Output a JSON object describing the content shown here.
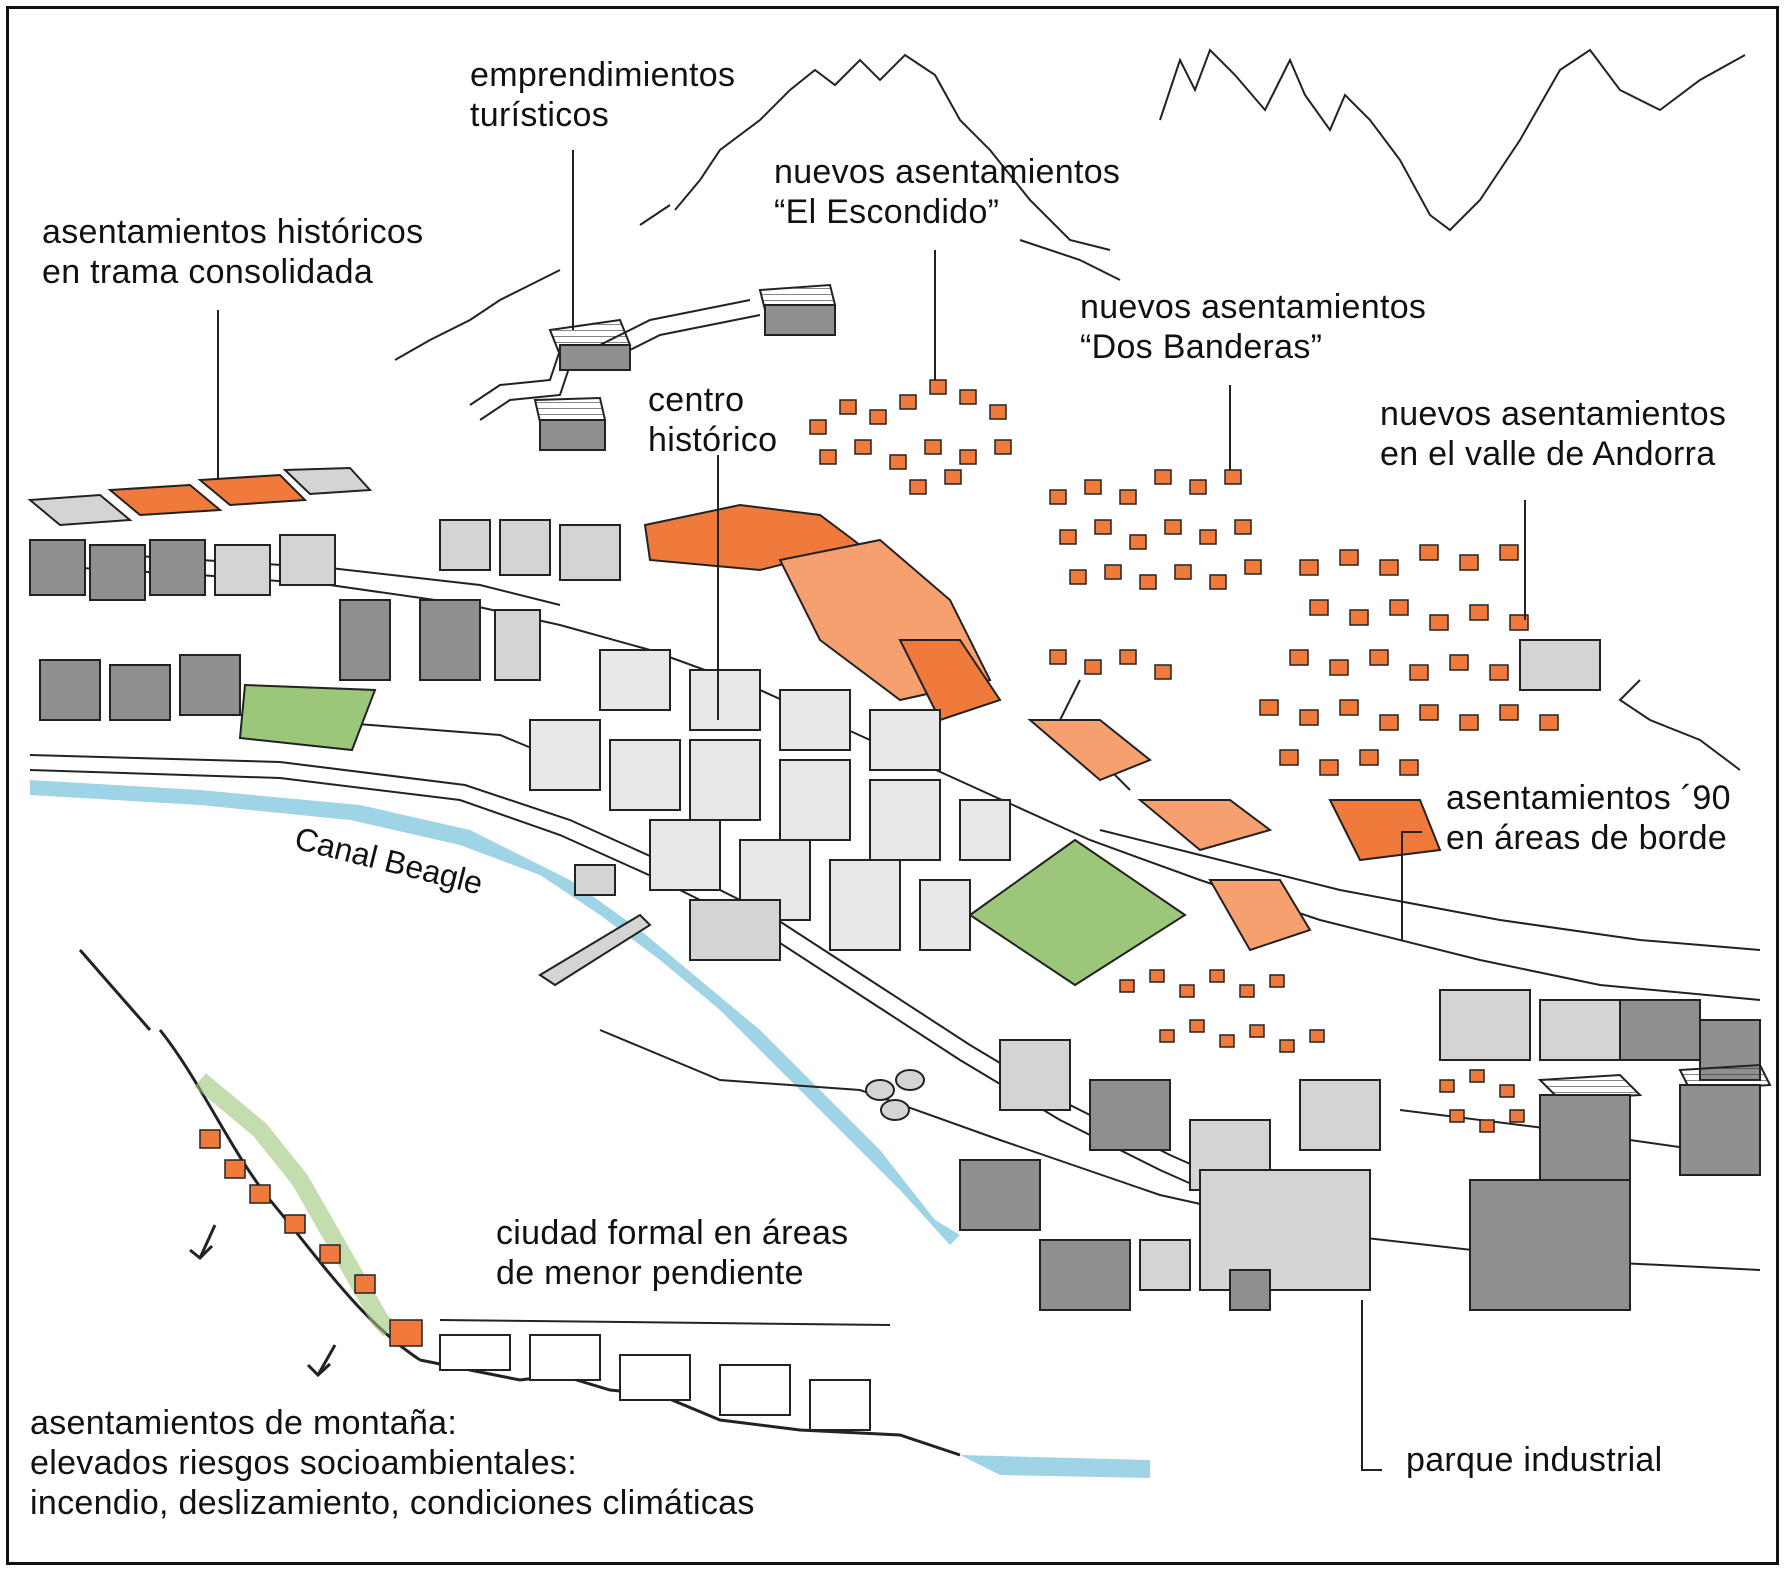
{
  "colors": {
    "roof": "#f07a3c",
    "roof_light": "#f6a070",
    "building_gray": "#8f8f8f",
    "building_light": "#d4d4d4",
    "water": "#9fd3e6",
    "green": "#9cc77a",
    "ink": "#111111"
  },
  "labels": {
    "emprendimientos": [
      "emprendimientos",
      "turísticos"
    ],
    "historicos": [
      "asentamientos históricos",
      "en trama consolidada"
    ],
    "escondido": [
      "nuevos asentamientos",
      "“El Escondido”"
    ],
    "banderas": [
      "nuevos asentamientos",
      "“Dos Banderas”"
    ],
    "centro": [
      "centro",
      "histórico"
    ],
    "andorra": [
      "nuevos asentamientos",
      "en el valle de Andorra"
    ],
    "noventa": [
      "asentamientos ´90",
      "en áreas de borde"
    ],
    "canal": "Canal Beagle",
    "formal": [
      "ciudad formal en áreas",
      "de menor pendiente"
    ],
    "industrial": "parque industrial",
    "montana": [
      "asentamientos de montaña:",
      "elevados riesgos socioambientales:",
      "incendio, deslizamiento, condiciones climáticas"
    ]
  }
}
